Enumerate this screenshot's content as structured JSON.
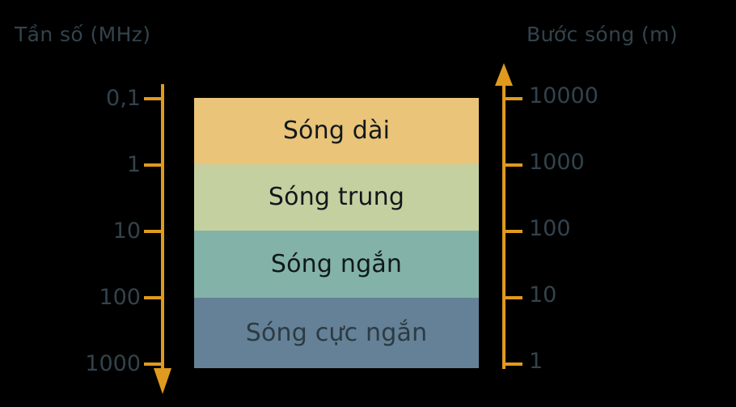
{
  "headings": {
    "left": "Tần số (MHz)",
    "right": "Bước sóng (m)"
  },
  "colors": {
    "background": "#000000",
    "axis": "#e09a1e",
    "text": "#33434d",
    "band_long": "#e9c479",
    "band_medium": "#c5d0a0",
    "band_short": "#83b3a8",
    "band_ultrashort": "#648197"
  },
  "chart_data": {
    "type": "bar",
    "title": "",
    "xlabel": "",
    "ylabel": "Tần số (MHz)",
    "grid": false,
    "legend": "none",
    "left_axis": {
      "label": "Tần số (MHz)",
      "unit": "MHz",
      "direction": "increasing-downward",
      "arrow": "down",
      "ticks": [
        "0,1",
        "1",
        "10",
        "100",
        "1000"
      ]
    },
    "right_axis": {
      "label": "Bước sóng (m)",
      "unit": "m",
      "direction": "increasing-upward",
      "arrow": "up",
      "ticks": [
        "10000",
        "1000",
        "100",
        "10",
        "1"
      ]
    },
    "categories": [
      "Sóng dài",
      "Sóng trung",
      "Sóng ngắn",
      "Sóng cực ngắn"
    ],
    "bands": [
      {
        "label": "Sóng dài",
        "color": "#e9c479",
        "frequency_from": "0,1",
        "frequency_to": "1",
        "wavelength_from": "10000",
        "wavelength_to": "1000"
      },
      {
        "label": "Sóng trung",
        "color": "#c5d0a0",
        "frequency_from": "1",
        "frequency_to": "10",
        "wavelength_from": "1000",
        "wavelength_to": "100"
      },
      {
        "label": "Sóng ngắn",
        "color": "#83b3a8",
        "frequency_from": "10",
        "frequency_to": "100",
        "wavelength_from": "100",
        "wavelength_to": "10"
      },
      {
        "label": "Sóng cực ngắn",
        "color": "#648197",
        "frequency_from": "100",
        "frequency_to": "1000",
        "wavelength_from": "10",
        "wavelength_to": "1"
      }
    ]
  }
}
